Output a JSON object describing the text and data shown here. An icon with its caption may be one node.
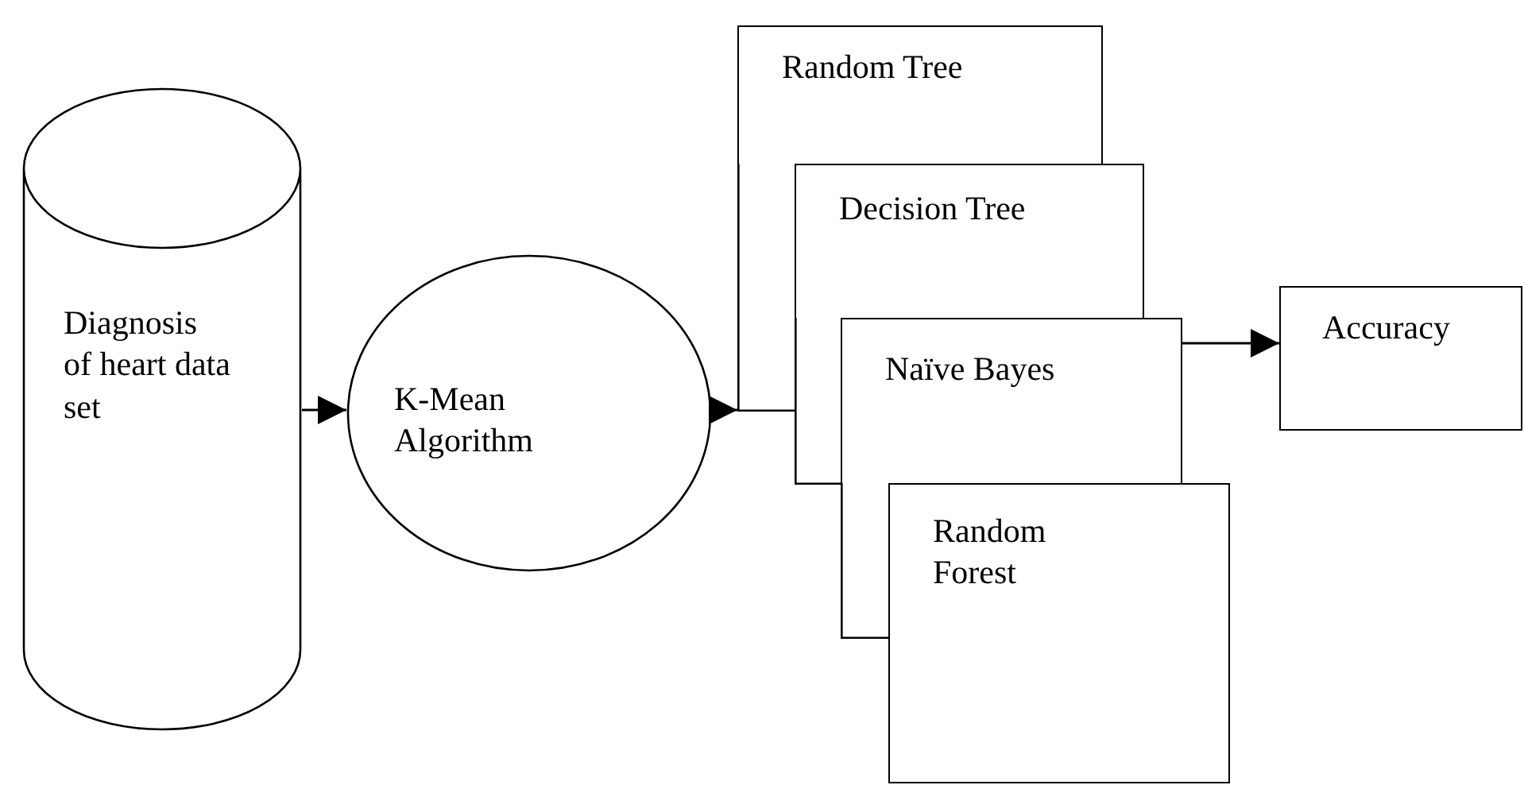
{
  "diagram": {
    "nodes": [
      {
        "text": [
          "Diagnosis of heart data set"
        ]
      },
      {
        "text": [
          "K-Mean Algorithm"
        ]
      },
      {
        "text": [
          "Random Tree"
        ]
      },
      {
        "text": [
          "Decision Tree"
        ]
      },
      {
        "text": [
          "Naïve Bayes"
        ]
      },
      {
        "text": [
          "Random Forest"
        ]
      },
      {
        "text": [
          "Accuracy"
        ]
      }
    ],
    "edges": [
      {
        "from": 0,
        "to": 1,
        "arrow": "to"
      },
      {
        "from": 1,
        "to": 2,
        "arrow": "to"
      },
      {
        "from": 4,
        "to": 6,
        "arrow": "to"
      }
    ]
  }
}
